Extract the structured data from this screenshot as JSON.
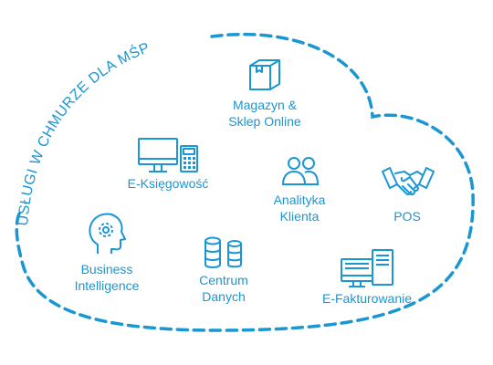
{
  "title": "USŁUGI W CHMURZE DLA MŚP",
  "accent_color": "#1a96d3",
  "services": [
    {
      "id": "magazyn",
      "label": "Magazyn &\nSklep Online",
      "icon": "box-icon"
    },
    {
      "id": "ksiegowosc",
      "label": "E-Księgowość",
      "icon": "computer-calculator-icon"
    },
    {
      "id": "analityka",
      "label": "Analityka\nKlienta",
      "icon": "users-icon"
    },
    {
      "id": "pos",
      "label": "POS",
      "icon": "handshake-icon"
    },
    {
      "id": "bi",
      "label": "Business\nIntelligence",
      "icon": "head-gear-icon"
    },
    {
      "id": "centrum",
      "label": "Centrum\nDanych",
      "icon": "database-icon"
    },
    {
      "id": "efakt",
      "label": "E-Fakturowanie",
      "icon": "desktop-tower-icon"
    }
  ]
}
